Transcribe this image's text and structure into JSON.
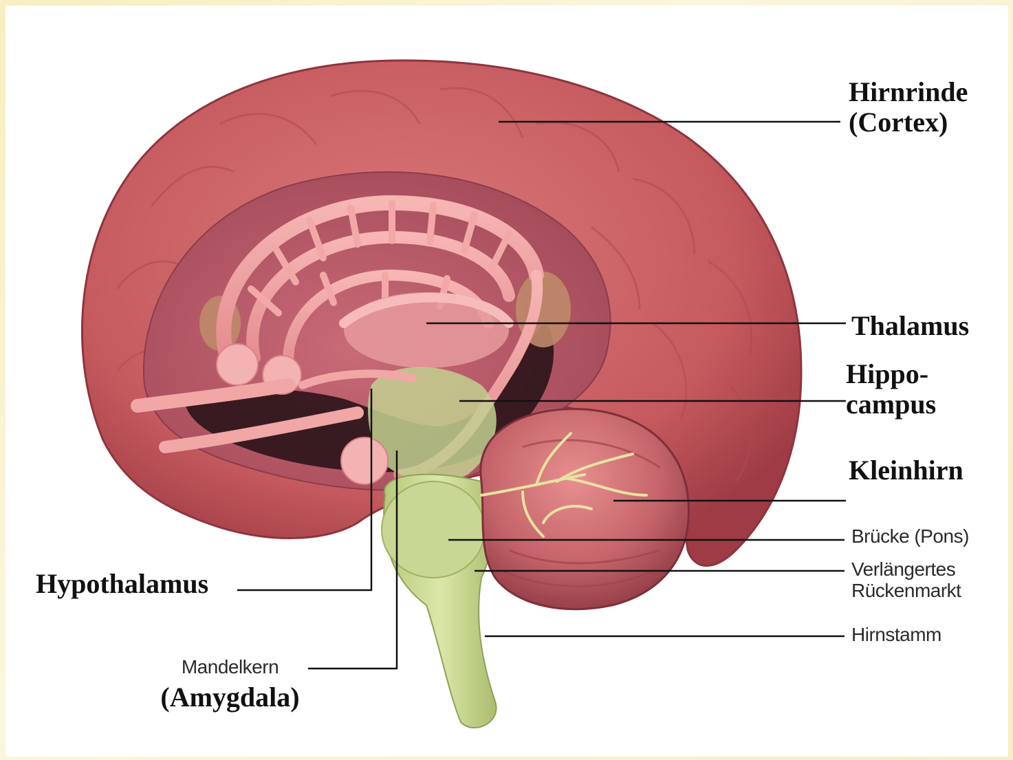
{
  "labels": {
    "cortex": [
      "Hirnrinde",
      "(Cortex)"
    ],
    "thalamus": "Thalamus",
    "hippocampus": [
      "Hippo-",
      "campus"
    ],
    "cerebellum": "Kleinhirn",
    "pons": "Brücke (Pons)",
    "medulla": [
      "Verlängertes",
      "Rückenmarkt"
    ],
    "brainstem": "Hirnstamm",
    "hypothalamus": "Hypothalamus",
    "amygdala": [
      "Mandelkern",
      "(Amygdala)"
    ]
  },
  "colors": {
    "cortex": "#c65b5f",
    "cortex_dark": "#9e3b44",
    "limbic": "#f0a0a2",
    "stem": "#c9d98f",
    "cerebellum": "#b8545a",
    "leader": "#111111",
    "background": "#fbf6d6"
  }
}
